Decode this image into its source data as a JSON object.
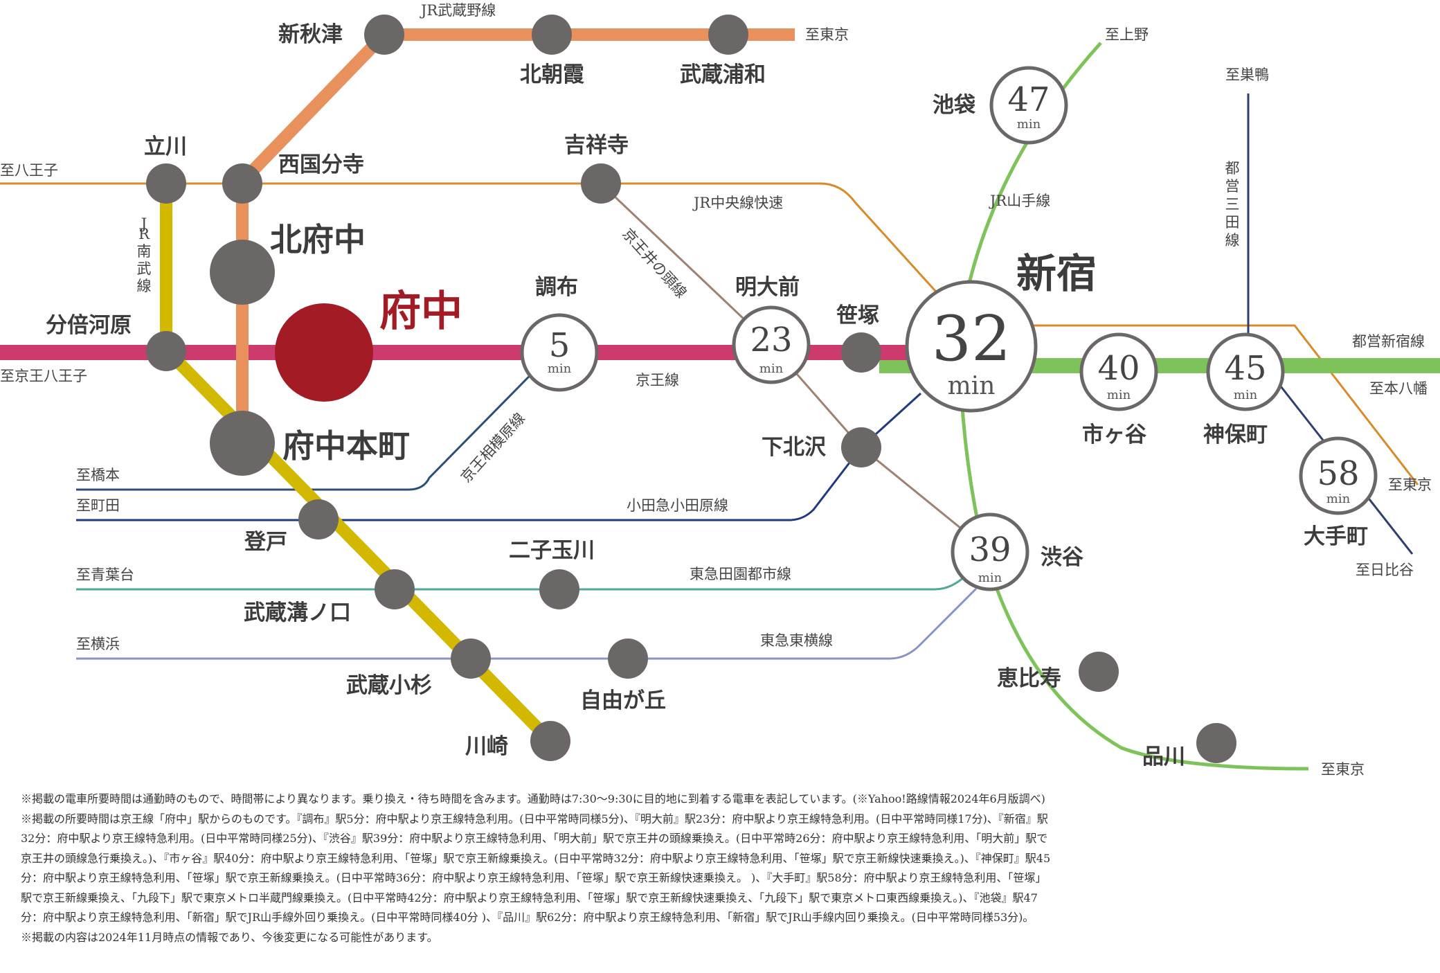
{
  "colors": {
    "keio": "#cc3a6e",
    "musashino": "#e8915c",
    "chuo": "#d98a2a",
    "nambu": "#d3b800",
    "yamanote": "#7ec35a",
    "shinjuku_line": "#7ec35a",
    "mita": "#2e3f70",
    "inokashira": "#a08070",
    "sagamihara": "#2c4e7a",
    "odakyu": "#1f3a80",
    "denentoshi": "#52a89a",
    "toyoko": "#8a93c8",
    "station": "#6b6767",
    "fuchu": "#a31c25",
    "fuchu_label": "#a31c25"
  },
  "stations": {
    "shinakitsu": "新秋津",
    "kitaasaka": "北朝霞",
    "musashiurawa": "武蔵浦和",
    "tachikawa": "立川",
    "nishikokubunji": "西国分寺",
    "kichijoji": "吉祥寺",
    "kitafuchu": "北府中",
    "bubaigawara": "分倍河原",
    "fuchu": "府中",
    "chofu": "調布",
    "meidaimae": "明大前",
    "sasazuka": "笹塚",
    "shinjuku": "新宿",
    "ikebukuro": "池袋",
    "fuchuhonmachi": "府中本町",
    "shimokitazawa": "下北沢",
    "ichigaya": "市ヶ谷",
    "jimbocho": "神保町",
    "otemachi": "大手町",
    "noborito": "登戸",
    "futakotamagawa": "二子玉川",
    "shibuya": "渋谷",
    "musashimizonokuchi": "武蔵溝ノ口",
    "musashikosugi": "武蔵小杉",
    "jiyugaoka": "自由が丘",
    "ebisu": "恵比寿",
    "kawasaki": "川崎",
    "shinagawa": "品川"
  },
  "minutes": {
    "chofu": "5",
    "meidaimae": "23",
    "shinjuku": "32",
    "ikebukuro": "47",
    "ichigaya": "40",
    "jimbocho": "45",
    "otemachi": "58",
    "shibuya": "39",
    "unit": "min"
  },
  "lines": {
    "musashino": "JR武蔵野線",
    "chuo": "JR中央線快速",
    "nambu": "JR\n南\n武\n線",
    "yamanote": "JR山手線",
    "mita": "都\n営\n三\n田\n線",
    "inokashira": "京王井の頭線",
    "sagamihara": "京王相模原線",
    "keio": "京王線",
    "shinjuku_line": "都営新宿線",
    "odakyu": "小田急小田原線",
    "denentoshi": "東急田園都市線",
    "toyoko": "東急東横線"
  },
  "directions": {
    "tokyo_musashino": "至東京",
    "ueno": "至上野",
    "sugamo": "至巣鴨",
    "hachioji": "至八王子",
    "keio_hachioji": "至京王八王子",
    "motoyawata": "至本八幡",
    "tokyo_chuo": "至東京",
    "hashimoto": "至橋本",
    "machida": "至町田",
    "hibiya": "至日比谷",
    "aobadai": "至青葉台",
    "yokohama": "至横浜",
    "tokyo_yamanote": "至東京"
  },
  "notes": [
    "※掲載の電車所要時間は通勤時のもので、時間帯により異なります。乗り換え・待ち時間を含みます。通勤時は7:30〜9:30に目的地に到着する電車を表記しています。(※Yahoo!路線情報2024年6月版調べ)",
    "※掲載の所要時間は京王線「府中」駅からのものです。『調布』駅5分：府中駅より京王線特急利用。(日中平常時同様5分)、『明大前』駅23分：府中駅より京王線特急利用。(日中平常時同様17分)、『新宿』駅",
    "32分：府中駅より京王線特急利用。(日中平常時同様25分)、『渋谷』駅39分：府中駅より京王線特急利用、「明大前」駅で京王井の頭線乗換え。(日中平常時26分：府中駅より京王線特急利用、「明大前」駅で",
    "京王井の頭線急行乗換え。)、『市ヶ谷』駅40分：府中駅より京王線特急利用、「笹塚」駅で京王新線乗換え。(日中平常時32分：府中駅より京王線特急利用、「笹塚」駅で京王新線快速乗換え。)、『神保町』駅45",
    "分：府中駅より京王線特急利用、「笹塚」駅で京王新線乗換え。(日中平常時36分：府中駅より京王線特急利用、「笹塚」駅で京王新線快速乗換え。 )、『大手町』駅58分：府中駅より京王線特急利用、「笹塚」",
    "駅で京王新線乗換え、「九段下」駅で東京メトロ半蔵門線乗換え。(日中平常時42分：府中駅より京王線特急利用、「笹塚」駅で京王新線快速乗換え、「九段下」駅で東京メトロ東西線乗換え。)、『池袋』駅47",
    "分：府中駅より京王線特急利用、「新宿」駅でJR山手線外回り乗換え。(日中平常時同様40分 )、『品川』駅62分：府中駅より京王線特急利用、「新宿」駅でJR山手線内回り乗換え。(日中平常時同様53分)。",
    "※掲載の内容は2024年11月時点の情報であり、今後変更になる可能性があります。"
  ]
}
